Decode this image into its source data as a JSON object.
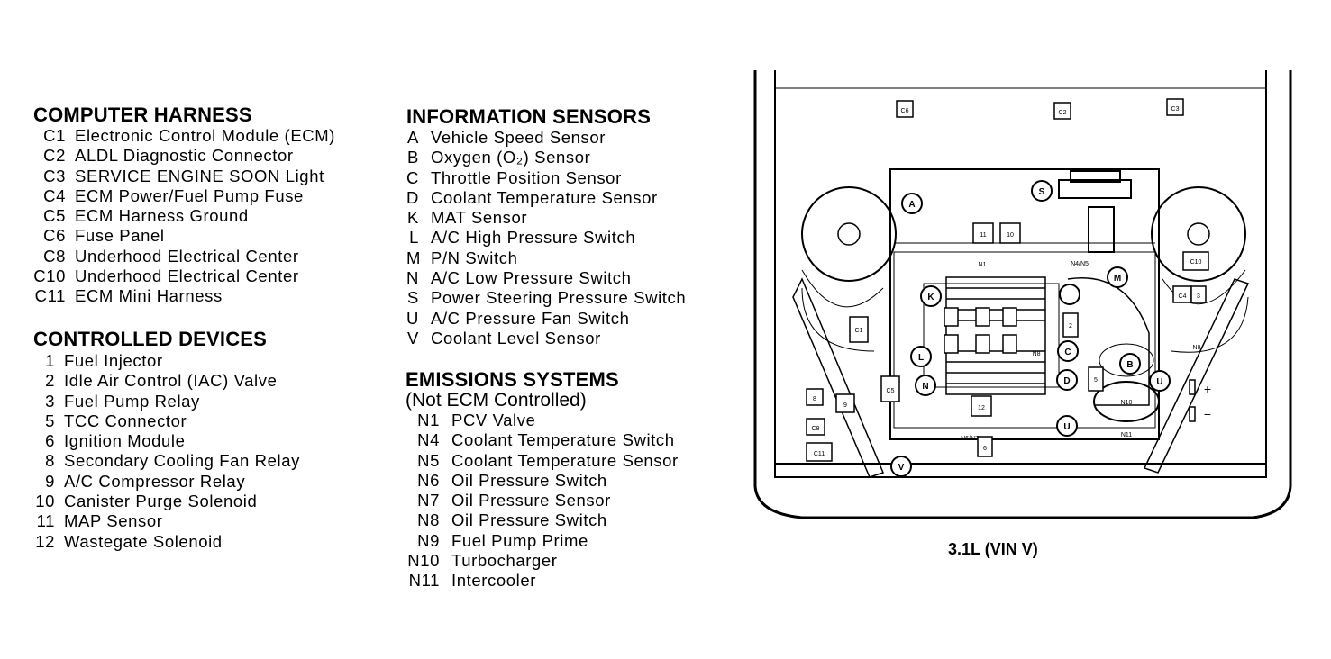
{
  "computer_harness": {
    "title": "COMPUTER HARNESS",
    "items": [
      {
        "code": "C1",
        "label": "Electronic Control Module (ECM)"
      },
      {
        "code": "C2",
        "label": "ALDL Diagnostic Connector"
      },
      {
        "code": "C3",
        "label": "SERVICE ENGINE SOON Light"
      },
      {
        "code": "C4",
        "label": "ECM Power/Fuel Pump Fuse"
      },
      {
        "code": "C5",
        "label": "ECM Harness Ground"
      },
      {
        "code": "C6",
        "label": "Fuse Panel"
      },
      {
        "code": "C8",
        "label": "Underhood Electrical Center"
      },
      {
        "code": "C10",
        "label": "Underhood Electrical Center"
      },
      {
        "code": "C11",
        "label": "ECM Mini Harness"
      }
    ]
  },
  "controlled_devices": {
    "title": "CONTROLLED DEVICES",
    "items": [
      {
        "code": "1",
        "label": "Fuel Injector"
      },
      {
        "code": "2",
        "label": "Idle Air Control (IAC) Valve"
      },
      {
        "code": "3",
        "label": "Fuel Pump Relay"
      },
      {
        "code": "5",
        "label": "TCC Connector"
      },
      {
        "code": "6",
        "label": "Ignition Module"
      },
      {
        "code": "8",
        "label": "Secondary Cooling Fan Relay"
      },
      {
        "code": "9",
        "label": "A/C Compressor Relay"
      },
      {
        "code": "10",
        "label": "Canister Purge Solenoid"
      },
      {
        "code": "11",
        "label": "MAP Sensor"
      },
      {
        "code": "12",
        "label": "Wastegate Solenoid"
      }
    ]
  },
  "information_sensors": {
    "title": "INFORMATION SENSORS",
    "items": [
      {
        "code": "A",
        "label": "Vehicle Speed Sensor"
      },
      {
        "code": "B",
        "label": "Oxygen (O₂) Sensor"
      },
      {
        "code": "C",
        "label": "Throttle Position Sensor"
      },
      {
        "code": "D",
        "label": "Coolant Temperature Sensor"
      },
      {
        "code": "K",
        "label": "MAT Sensor"
      },
      {
        "code": "L",
        "label": "A/C High Pressure Switch"
      },
      {
        "code": "M",
        "label": "P/N Switch"
      },
      {
        "code": "N",
        "label": "A/C Low Pressure Switch"
      },
      {
        "code": "S",
        "label": "Power Steering Pressure Switch"
      },
      {
        "code": "U",
        "label": "A/C Pressure Fan Switch"
      },
      {
        "code": "V",
        "label": "Coolant Level Sensor"
      }
    ]
  },
  "emissions_systems": {
    "title": "EMISSIONS SYSTEMS",
    "subtitle": "(Not ECM Controlled)",
    "items": [
      {
        "code": "N1",
        "label": "PCV Valve"
      },
      {
        "code": "N4",
        "label": "Coolant Temperature Switch"
      },
      {
        "code": "N5",
        "label": "Coolant Temperature Sensor"
      },
      {
        "code": "N6",
        "label": "Oil Pressure Switch"
      },
      {
        "code": "N7",
        "label": "Oil Pressure Sensor"
      },
      {
        "code": "N8",
        "label": "Oil Pressure Switch"
      },
      {
        "code": "N9",
        "label": "Fuel Pump Prime"
      },
      {
        "code": "N10",
        "label": "Turbocharger"
      },
      {
        "code": "N11",
        "label": "Intercooler"
      }
    ]
  },
  "diagram": {
    "caption": "3.1L (VIN V)",
    "labels": {
      "c6": "C6",
      "c2": "C2",
      "c3": "C3",
      "c10": "C10",
      "c4": "C4",
      "three": "3",
      "c1": "C1",
      "c5": "C5",
      "c8": "C8",
      "c11": "C11",
      "eight": "8",
      "nine": "9",
      "eleven": "11",
      "ten": "10",
      "twelve": "12",
      "six": "6",
      "two": "2",
      "five": "5",
      "n1": "N1",
      "n4n5": "N4/N5",
      "n8": "N8",
      "n6n7": "N6/N7",
      "n9": "N9",
      "n10": "N10",
      "n11": "N11",
      "plus": "+",
      "minus": "−",
      "a": "A",
      "b": "B",
      "c": "C",
      "d": "D",
      "k": "K",
      "l": "L",
      "m": "M",
      "n": "N",
      "s": "S",
      "u1": "U",
      "u2": "U",
      "v": "V"
    }
  }
}
